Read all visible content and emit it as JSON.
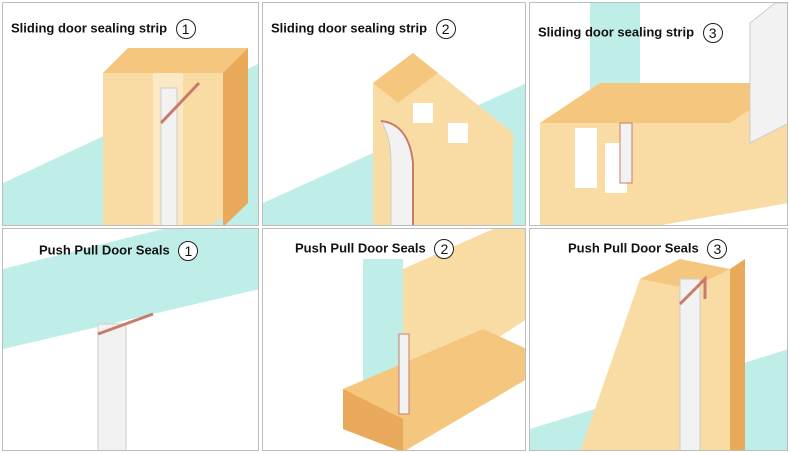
{
  "colors": {
    "wood_light": "#f9dca4",
    "wood_mid": "#f5c77e",
    "wood_dark": "#e8a95a",
    "glass": "#bfeee8",
    "seal": "#f2f2f2",
    "seal_edge": "#c97b6b"
  },
  "panels": [
    {
      "caption": "Sliding door sealing strip",
      "number": "1"
    },
    {
      "caption": "Sliding door sealing strip",
      "number": "2"
    },
    {
      "caption": "Sliding door sealing strip",
      "number": "3"
    },
    {
      "caption": "Push Pull Door Seals",
      "number": "1"
    },
    {
      "caption": "Push Pull Door Seals",
      "number": "2"
    },
    {
      "caption": "Push Pull Door Seals",
      "number": "3"
    }
  ]
}
